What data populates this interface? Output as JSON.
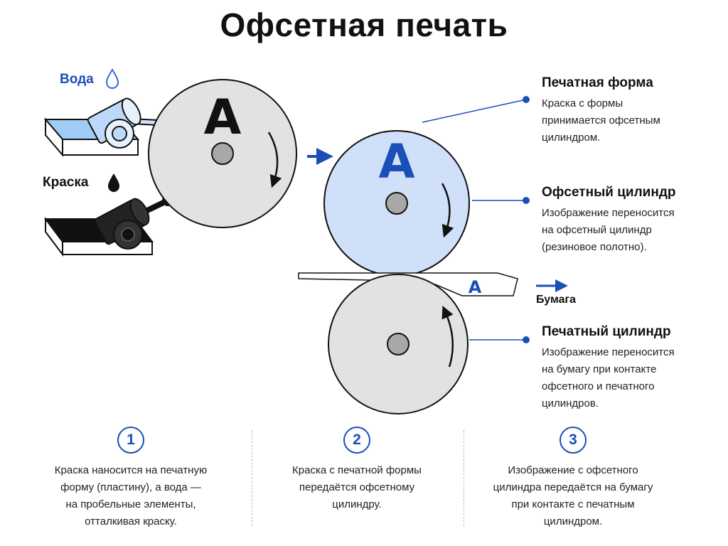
{
  "title": "Офсетная печать",
  "labels": {
    "water": "Вода",
    "ink": "Краска",
    "paper": "Бумага"
  },
  "cylinder_letter": "A",
  "callouts": [
    {
      "title": "Печатная форма",
      "text": "Краска с формы\nпринимается офсетным\nцилиндром."
    },
    {
      "title": "Офсетный цилиндр",
      "text": "Изображение переносится\nна офсетный цилиндр\n(резиновое полотно)."
    },
    {
      "title": "Печатный цилиндр",
      "text": "Изображение переносится\nна бумагу при контакте\nофсетного и печатного\nцилиндров."
    }
  ],
  "steps": [
    {
      "num": "1",
      "text": "Краска наносится на печатную\nформу (пластину), а вода —\nна пробельные элементы,\nотталкивая краску."
    },
    {
      "num": "2",
      "text": "Краска с печатной формы\nпередаётся офсетному\nцилиндру."
    },
    {
      "num": "3",
      "text": "Изображение с офсетного\nцилиндра передаётся на бумагу\nпри контакте с печатным\nцилиндром."
    }
  ],
  "colors": {
    "accent": "#1a4fb8",
    "plate_cylinder": "#e2e2e2",
    "offset_cylinder": "#cfe0f8",
    "impression_cylinder": "#e2e2e2",
    "water_tray": "#9fcdf5",
    "ink_tray": "#111111"
  }
}
